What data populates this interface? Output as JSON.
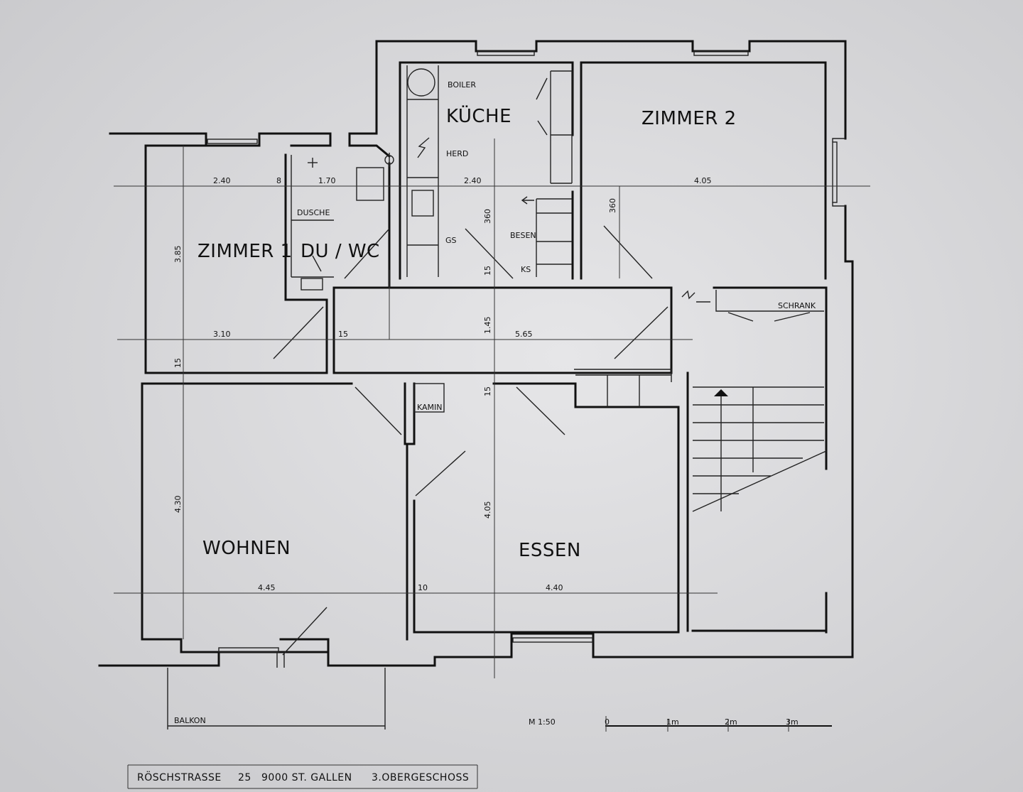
{
  "rooms": {
    "zimmer1": "ZIMMER 1",
    "du_wc": "DU / WC",
    "kueche": "KÜCHE",
    "zimmer2": "ZIMMER 2",
    "wohnen": "WOHNEN",
    "essen": "ESSEN"
  },
  "fixtures": {
    "boiler": "BOILER",
    "herd": "HERD",
    "gs": "GS",
    "besen": "BESEN",
    "ks": "KS",
    "dusche": "DUSCHE",
    "schrank": "SCHRANK",
    "kamin": "KAMIN",
    "balkon": "BALKON"
  },
  "dimensions": {
    "z1_width": "2.40",
    "wall_8": "8",
    "bath_width": "1.70",
    "kitchen_width": "2.40",
    "z2_width": "4.05",
    "z1_depth": "3.85",
    "kitchen_depth": "360",
    "z2_depth": "360",
    "wall_15_a": "15",
    "corr_left": "3.10",
    "wall_15_b": "15",
    "corridor_depth": "1.45",
    "corr_right": "5.65",
    "wall_15_c": "15",
    "wall_15_d": "15",
    "wohnen_depth": "4.30",
    "essen_depth": "4.05",
    "wohnen_width": "4.45",
    "wall_10": "10",
    "essen_width": "4.40"
  },
  "scale": {
    "label": "M 1:50",
    "ticks": [
      "0",
      "1m",
      "2m",
      "3m"
    ]
  },
  "title_block": {
    "street": "RÖSCHSTRASSE",
    "number": "25",
    "city": "9000 ST. GALLEN",
    "floor": "3.OBERGESCHOSS"
  }
}
